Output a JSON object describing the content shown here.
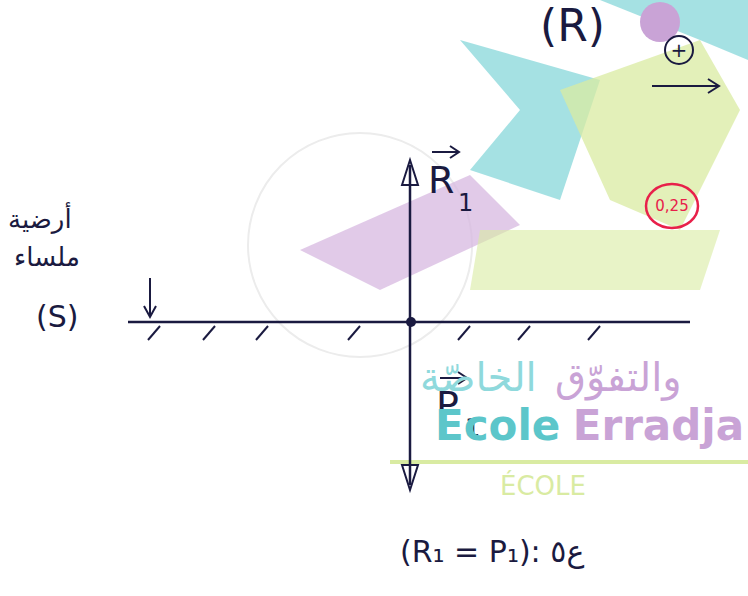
{
  "diagram": {
    "labels": [
      "(R)",
      "+",
      "R",
      "1",
      "0,25",
      "أرضية",
      "ملساء",
      "(S)",
      "P",
      "1",
      "(R₁ = P₁): ع٥",
      "والتفوّق",
      "الخاصّة",
      "Ecole",
      "Erradja",
      "ÉCOLE"
    ]
  }
}
